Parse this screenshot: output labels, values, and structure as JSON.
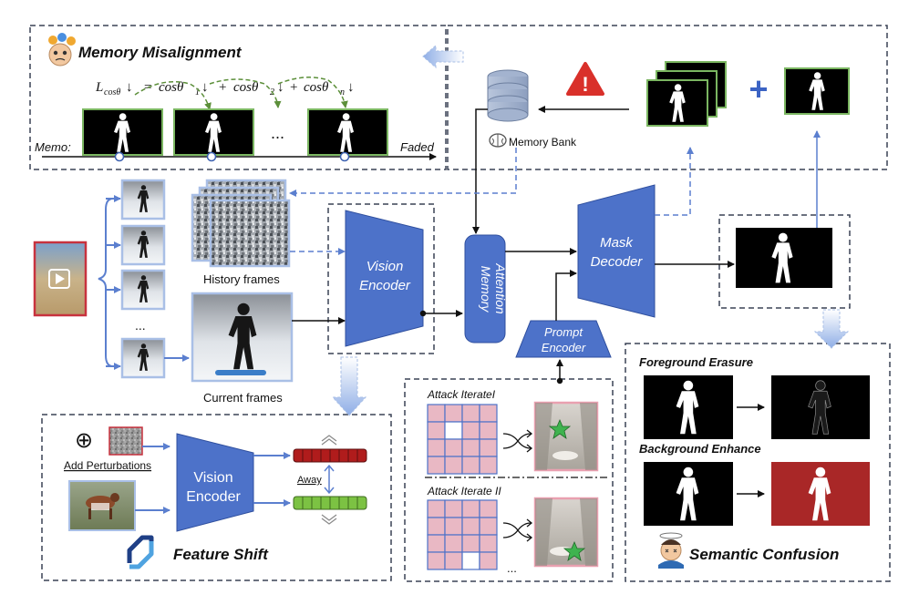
{
  "memory_misalignment": {
    "title": "Memory Misalignment",
    "eq_lhs": "L",
    "eq_lhs_sub": "cosθ",
    "eq_arrow": "↓",
    "eq_equals": "=",
    "eq_term1": "cosθ",
    "eq_term1_sub": "1",
    "eq_term2": "cosθ",
    "eq_term2_sub": "2",
    "eq_term3": "cosθ",
    "eq_term3_sub": "n",
    "eq_plus": "+",
    "timeline_start": "Memo:",
    "timeline_end": "Faded",
    "ellipsis": "..."
  },
  "memory_bank": {
    "label": "Memory Bank",
    "warning_symbol": "!"
  },
  "input": {
    "ellipsis": "...",
    "history_label": "History frames",
    "current_label": "Current frames"
  },
  "vision_encoder": {
    "line1": "Vision",
    "line2": "Encoder"
  },
  "memory_attention": {
    "line1": "Memory",
    "line2": "Attention"
  },
  "prompt_encoder": {
    "line1": "Prompt",
    "line2": "Encoder"
  },
  "mask_decoder": {
    "line1": "Mask",
    "line2": "Decoder"
  },
  "plus_symbol": "+",
  "feature_shift": {
    "title": "Feature Shift",
    "add_label": "Add Perturbations",
    "encoder_line1": "Vision",
    "encoder_line2": "Encoder",
    "away_label": "Away",
    "oplus": "⊕"
  },
  "attack": {
    "iter1": "Attack IterateI",
    "iter2": "Attack Iterate II",
    "ellipsis": "..."
  },
  "semantic_confusion": {
    "title": "Semantic Confusion",
    "fg_erasure": "Foreground Erasure",
    "bg_enhance": "Background Enhance"
  },
  "colors": {
    "encoder_blue": "#4d72c9",
    "arrow_blue": "#5b7fcf",
    "dash_border": "#3a4255",
    "pink_cell": "#e9b8c4",
    "red_bar": "#b01c1c",
    "green_bar": "#7cc243",
    "warning_red": "#d9302a",
    "bg_red": "#a92727"
  }
}
